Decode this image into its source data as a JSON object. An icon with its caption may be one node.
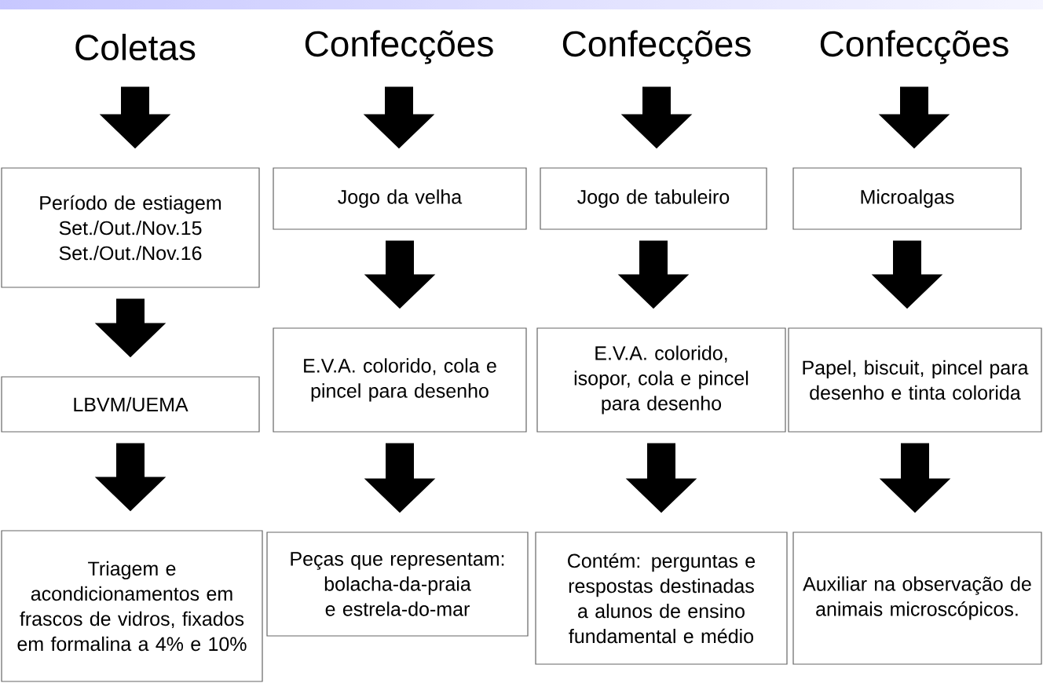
{
  "diagram": {
    "nodes": [
      {
        "text": [
          "Coletas"
        ]
      },
      {
        "text": [
          "Confecções"
        ]
      },
      {
        "text": [
          "Confecções"
        ]
      },
      {
        "text": [
          "Confecções"
        ]
      },
      {
        "text": [
          "Período de estiagem",
          "Set./Out./Nov.15",
          "Set./Out./Nov.16"
        ]
      },
      {
        "text": [
          "Jogo da velha"
        ]
      },
      {
        "text": [
          "Jogo de tabuleiro"
        ]
      },
      {
        "text": [
          "Microalgas"
        ]
      },
      {
        "text": [
          "LBVM/UEMA"
        ]
      },
      {
        "text": [
          "E.V.A. colorido, cola e pincel para desenho"
        ]
      },
      {
        "text": [
          "E.V.A. colorido, isopor, cola e pincel para desenho"
        ]
      },
      {
        "text": [
          "Papel, biscuit, pincel para desenho e tinta colorida"
        ]
      },
      {
        "text": [
          "Triagem e acondicionamentos em frascos de vidros, fixados em formalina a 4% e 10%"
        ]
      },
      {
        "text": [
          "Peças que representam: bolacha-da-praia e estrela-do-mar"
        ]
      },
      {
        "text": [
          "Contém: perguntas e respostas destinadas a alunos de ensino fundamental e médio"
        ]
      },
      {
        "text": [
          "Auxiliar na observação de animais microscópicos."
        ]
      }
    ],
    "edges": [
      {
        "from": 0,
        "to": 4,
        "arrow": "to"
      },
      {
        "from": 1,
        "to": 5,
        "arrow": "to"
      },
      {
        "from": 2,
        "to": 6,
        "arrow": "to"
      },
      {
        "from": 3,
        "to": 7,
        "arrow": "to"
      },
      {
        "from": 4,
        "to": 8,
        "arrow": "to"
      },
      {
        "from": 5,
        "to": 9,
        "arrow": "to"
      },
      {
        "from": 6,
        "to": 10,
        "arrow": "to"
      },
      {
        "from": 7,
        "to": 11,
        "arrow": "to"
      },
      {
        "from": 8,
        "to": 12,
        "arrow": "to"
      },
      {
        "from": 9,
        "to": 13,
        "arrow": "to"
      },
      {
        "from": 10,
        "to": 14,
        "arrow": "to"
      },
      {
        "from": 11,
        "to": 15,
        "arrow": "to"
      }
    ]
  }
}
